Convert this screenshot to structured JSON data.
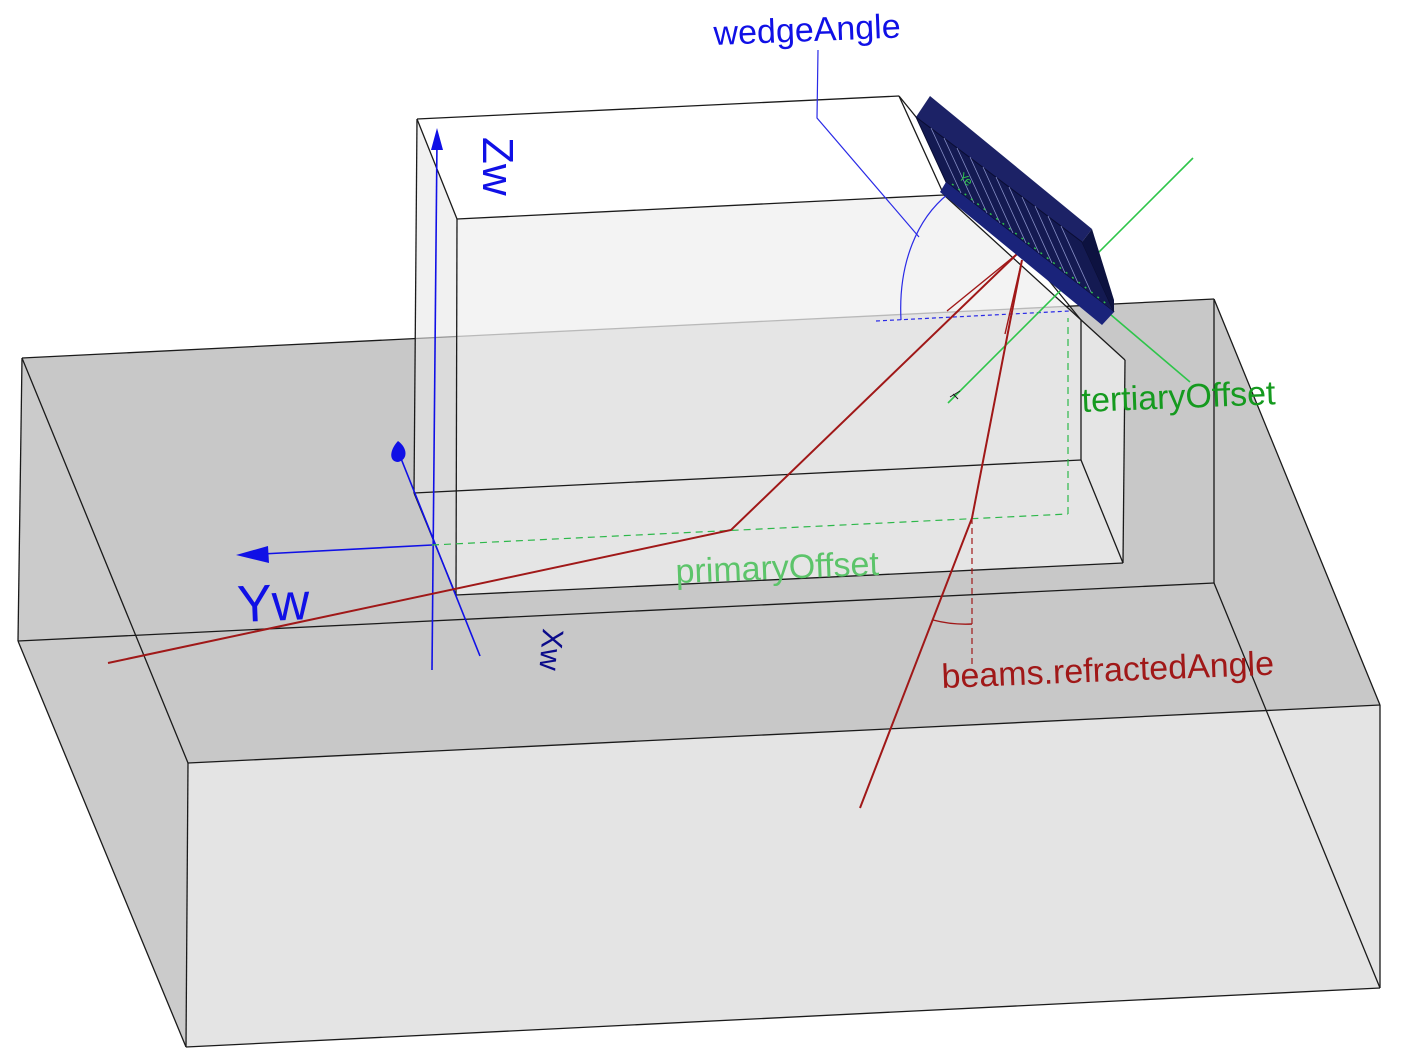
{
  "labels": {
    "wedge_angle": "wedgeAngle",
    "tertiary_offset": "tertiaryOffset",
    "primary_offset": "primaryOffset",
    "refracted_angle": "beams.refractedAngle",
    "axis_y": "Yw",
    "axis_z": "Zw",
    "axis_x": "Xw",
    "probe_axis": "Ye"
  },
  "colors": {
    "axis_blue": "#1010e6",
    "axis_dark_blue": "#0b0b8a",
    "beam_red": "#a01818",
    "offset_green": "#2db84a",
    "tertiary_green": "#159a1f",
    "probe_fill": "#141a52",
    "specimen_top": "#c8c8c8",
    "specimen_front": "#e4e4e4",
    "wedge_face": "#ededed"
  },
  "icons": {
    "probe": "phased-array-probe",
    "axis_arrow": "arrow-head"
  }
}
